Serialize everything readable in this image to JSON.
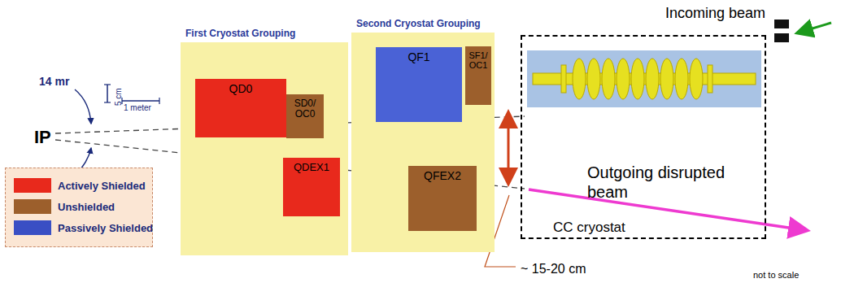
{
  "diagram": {
    "nodes": [
      {
        "text": [
          "First Cryostat Grouping"
        ]
      },
      {
        "text": [
          "QD0"
        ],
        "in": 0
      },
      {
        "text": [
          "SD0/ OC0"
        ],
        "in": 0
      },
      {
        "text": [
          "QDEX1"
        ],
        "in": 0
      },
      {
        "text": [
          "Second Cryostat Grouping"
        ]
      },
      {
        "text": [
          "QF1"
        ],
        "in": 4
      },
      {
        "text": [
          "SF1/ OC1"
        ],
        "in": 4
      },
      {
        "text": [
          "QFEX2"
        ],
        "in": 4
      },
      {
        "text": [
          "CC cryostat"
        ]
      }
    ],
    "labels": [
      "IP",
      "14 mr",
      "5 cm",
      "1 meter",
      "Incoming beam",
      "Outgoing disrupted beam",
      "~ 15-20 cm",
      "not to scale"
    ],
    "legend": [
      {
        "text": "Actively Shielded",
        "color": "#e8291c"
      },
      {
        "text": "Unshielded",
        "color": "#9c5f2c"
      },
      {
        "text": "Passively Shielded",
        "color": "#3a4fc4"
      }
    ]
  }
}
